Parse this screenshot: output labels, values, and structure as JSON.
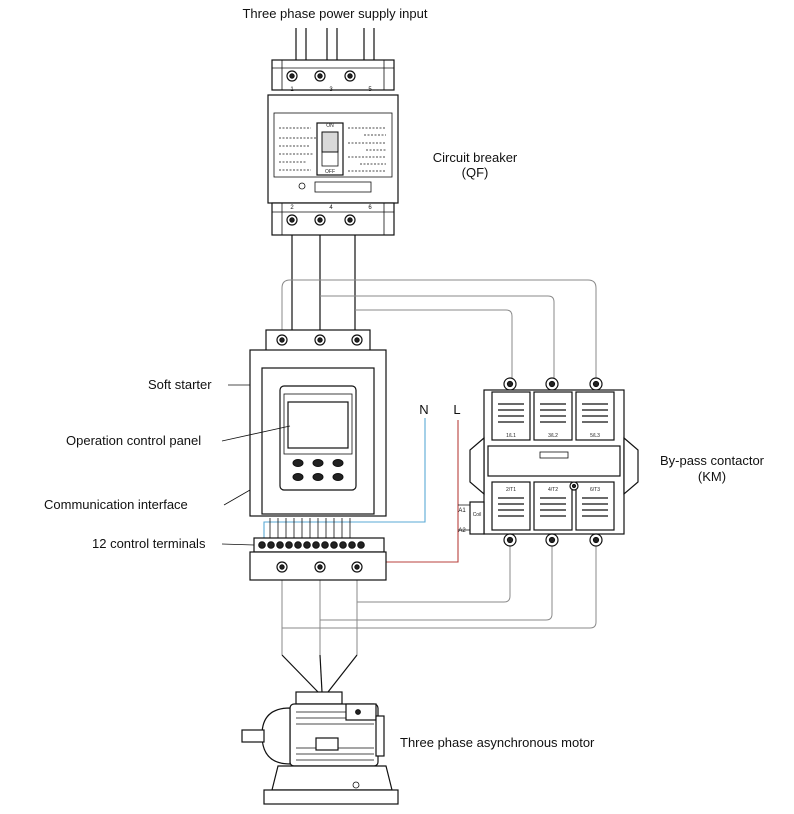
{
  "labels": {
    "power_input": "Three phase power supply input",
    "breaker_name": "Circuit breaker",
    "breaker_code": "(QF)",
    "soft_starter": "Soft starter",
    "operation_panel": "Operation control panel",
    "comm_interface": "Communication interface",
    "control_terminals": "12 control terminals",
    "bypass_name": "By-pass contactor",
    "bypass_code": "(KM)",
    "motor": "Three phase asynchronous motor",
    "neutral": "N",
    "line": "L",
    "coil_a1": "A1",
    "coil_a2": "A2",
    "coil": "Coil"
  },
  "breaker": {
    "top_terminals": [
      "1",
      "3",
      "5"
    ],
    "bottom_terminals": [
      "2",
      "4",
      "6"
    ],
    "switch_on": "ON",
    "switch_off": "OFF"
  },
  "contactor": {
    "top_terminals": [
      "1/L1",
      "3/L2",
      "5/L3"
    ],
    "bottom_terminals": [
      "2/T1",
      "4/T2",
      "6/T3"
    ]
  },
  "colors": {
    "line": "#111111",
    "gray_wire": "#8a8a8a",
    "blue_wire": "#5aa9d6",
    "red_wire": "#b8413c"
  }
}
